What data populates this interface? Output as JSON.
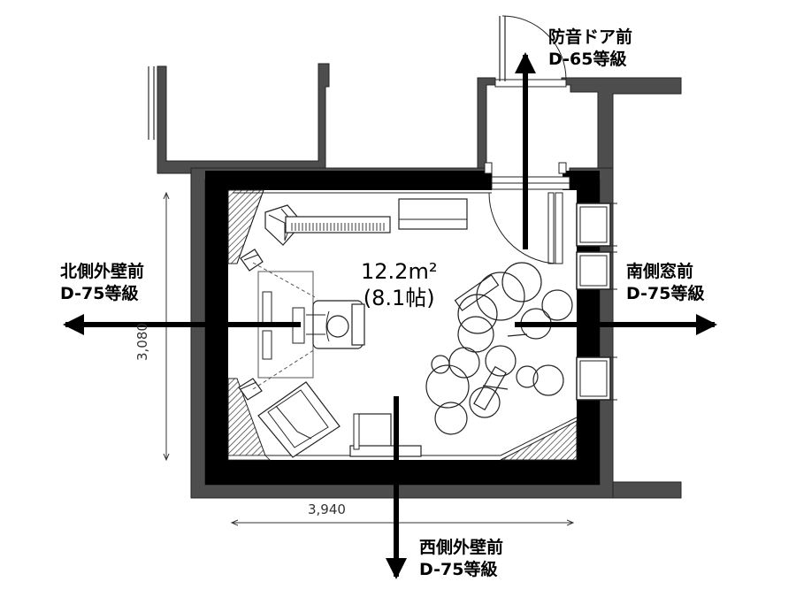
{
  "room": {
    "area_line1": "12.2m²",
    "area_line2": "(8.1帖)"
  },
  "dimensions": {
    "width": "3,940",
    "height": "3,080"
  },
  "labels": {
    "door": {
      "line1": "防音ドア前",
      "line2": "D-65等級"
    },
    "north": {
      "line1": "北側外壁前",
      "line2": "D-75等級"
    },
    "south": {
      "line1": "南側窓前",
      "line2": "D-75等級"
    },
    "west": {
      "line1": "西側外壁前",
      "line2": "D-75等級"
    }
  },
  "colors": {
    "wall": "#4d4d4d",
    "inner_wall": "#000000",
    "background": "#ffffff"
  }
}
